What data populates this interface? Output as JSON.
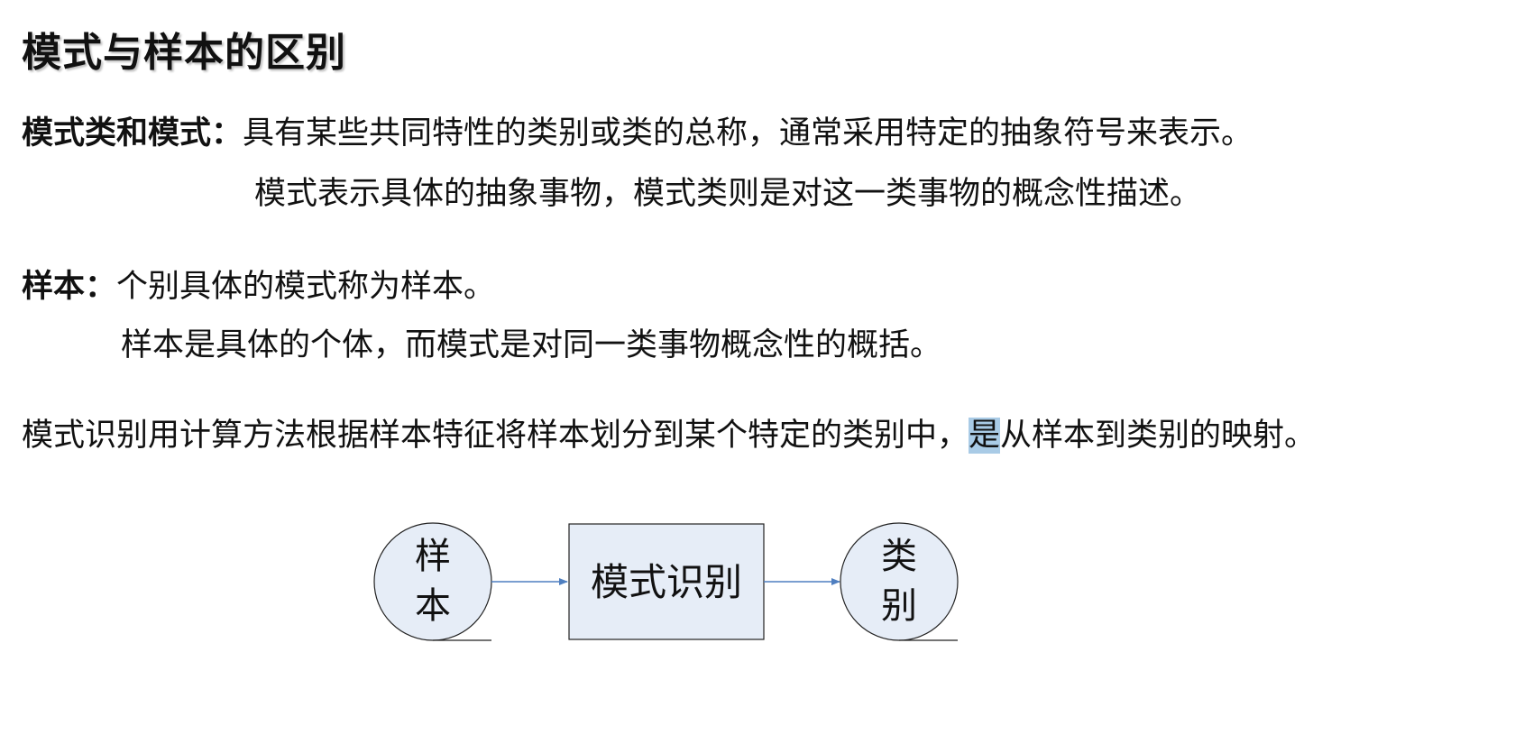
{
  "title": "模式与样本的区别",
  "pattern_class": {
    "term": "模式类和模式：",
    "line1": "具有某些共同特性的类别或类的总称，通常采用特定的抽象符号来表示。",
    "line2": "模式表示具体的抽象事物，模式类则是对这一类事物的概念性描述。"
  },
  "sample": {
    "term": "样本：",
    "line1": "个别具体的模式称为样本。",
    "line2": "样本是具体的个体，而模式是对同一类事物概念性的概括。"
  },
  "recognition": {
    "before": "模式识别用计算方法根据样本特征将样本划分到某个特定的类别中，",
    "highlighted": "是",
    "after": "从样本到类别的映射。"
  },
  "diagram": {
    "sample_char1": "样",
    "sample_char2": "本",
    "box_label": "模式识别",
    "category_char1": "类",
    "category_char2": "别",
    "colors": {
      "shape_fill": "#e6edf7",
      "arrow": "#4f7fc0",
      "highlight": "#a9cbe6"
    }
  }
}
